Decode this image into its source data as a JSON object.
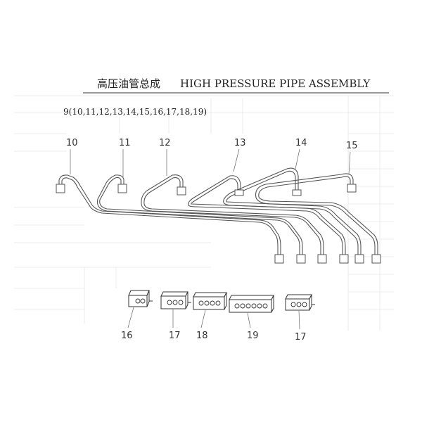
{
  "header": {
    "title_cn": "高压油管总成",
    "title_en": "HIGH PRESSURE PIPE ASSEMBLY",
    "subtitle": "9(10,11,12,13,14,15,16,17,18,19)"
  },
  "pipe_labels": [
    "10",
    "11",
    "12",
    "13",
    "14",
    "15"
  ],
  "clamp_labels": [
    "16",
    "17",
    "18",
    "19",
    "17"
  ],
  "colors": {
    "line": "#555555",
    "text": "#222222",
    "ghost": "#cfcfcf"
  }
}
